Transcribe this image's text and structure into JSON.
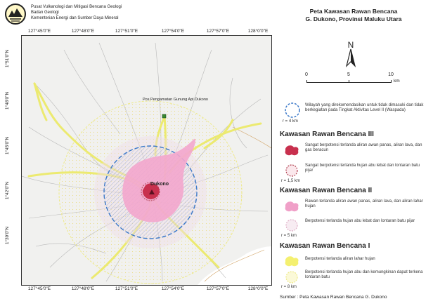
{
  "agency": {
    "line1": "Pusat Vulkanologi dan Mitigasi Bencana Geologi",
    "line2": "Badan Geologi",
    "line3": "Kementerian Energi dan Sumber Daya Mineral",
    "logo_icon": "geology-agency-emblem"
  },
  "title": {
    "line1": "Peta Kawasan Rawan Bencana",
    "line2": "G. Dukono, Provinsi Maluku Utara"
  },
  "north_arrow": {
    "label": "N"
  },
  "scale": {
    "ticks": [
      "0",
      "5",
      "10"
    ],
    "unit": "km"
  },
  "map": {
    "lon_labels": [
      "127°45'0\"E",
      "127°48'0\"E",
      "127°51'0\"E",
      "127°54'0\"E",
      "127°57'0\"E",
      "128°0'0\"E"
    ],
    "lat_labels": [
      "1°51'0\"N",
      "1°48'0\"N",
      "1°45'0\"N",
      "1°42'0\"N",
      "1°39'0\"N"
    ],
    "observation_post": "Pos Pengamatan Gunung Api Dukono",
    "volcano_label": "Dukono"
  },
  "legend": {
    "radius_note": {
      "radius": "r = 4 km",
      "text": "Wilayah yang direkomendasikan untuk tidak dimasuki dan tidak berkegiatan pada Tingkat Aktivitas Level II (Waspada)",
      "color": "#3a78c8"
    },
    "krb3": {
      "heading": "Kawasan Rawan Bencana III",
      "item1": "Sangat berpotensi terlanda aliran awan panas, aliran lava, dan gas beracun",
      "item1_color": "#c8304e",
      "item2": "Sangat berpotensi terlanda hujan abu lebat dan lontaran batu pijar",
      "item2_radius": "r = 1,5 km",
      "item2_color": "#b04050"
    },
    "krb2": {
      "heading": "Kawasan Rawan Bencana II",
      "item1": "Rawan terlanda aliran awan panas, aliran lava, dan aliran lahar hujan",
      "item1_color": "#f0a0c8",
      "item2": "Berpotensi terlanda hujan abu lebat dan lontaran batu pijar",
      "item2_radius": "r = 5 km",
      "item2_color": "#e0b0c8"
    },
    "krb1": {
      "heading": "Kawasan Rawan Bencana I",
      "item1": "Berpotensi terlanda aliran lahar hujan",
      "item1_color": "#f4f070",
      "item2": "Berpotensi terlanda hujan abu dan kemungkinan dapat terkena lontaran batu",
      "item2_radius": "r = 8 km",
      "item2_color": "#eeea88"
    }
  },
  "source": "Sumber : Peta Kawasan Rawan Bencana G. Dukono"
}
